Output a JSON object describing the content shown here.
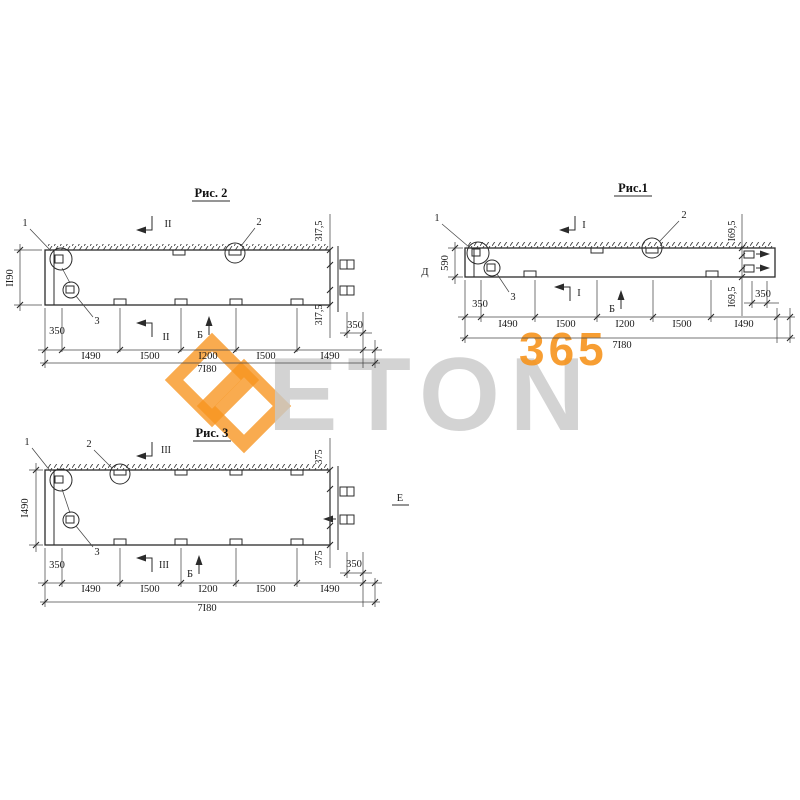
{
  "watermark": {
    "brand": "ETON",
    "number": "365",
    "orange": "#f7941d",
    "gray": "#c9c9c9"
  },
  "fig2": {
    "title": "Рис. 2",
    "callouts": {
      "c1": "1",
      "c2": "2",
      "c3": "3"
    },
    "section_label": "II",
    "view_label": "Б",
    "height_dim": "II90",
    "offset_left": "350",
    "segments": [
      "I490",
      "I500",
      "I200",
      "I500",
      "I490"
    ],
    "total_dim": "7I80",
    "right_dim_top": "3I7,5",
    "right_dim_bottom": "3I7,5",
    "offset_right": "350"
  },
  "fig1": {
    "title": "Рис.1",
    "callouts": {
      "c1": "1",
      "c2": "2",
      "c3": "3"
    },
    "section_label": "I",
    "view_label": "Б",
    "side_label": "Д",
    "height_dim": "590",
    "offset_left": "350",
    "segments": [
      "I490",
      "I500",
      "I200",
      "I500",
      "I490"
    ],
    "total_dim": "7I80",
    "right_dim_top": "I69,5",
    "right_dim_bottom": "I69,5",
    "offset_right": "350"
  },
  "fig3": {
    "title": "Рис. 3",
    "callouts": {
      "c1": "1",
      "c2": "2",
      "c3": "3"
    },
    "section_label": "III",
    "view_label": "Б",
    "side_label": "Е",
    "height_dim": "I490",
    "offset_left": "350",
    "segments": [
      "I490",
      "I500",
      "I200",
      "I500",
      "I490"
    ],
    "total_dim": "7I80",
    "right_dim_top": "375",
    "right_dim_bottom": "375",
    "offset_right": "350"
  }
}
